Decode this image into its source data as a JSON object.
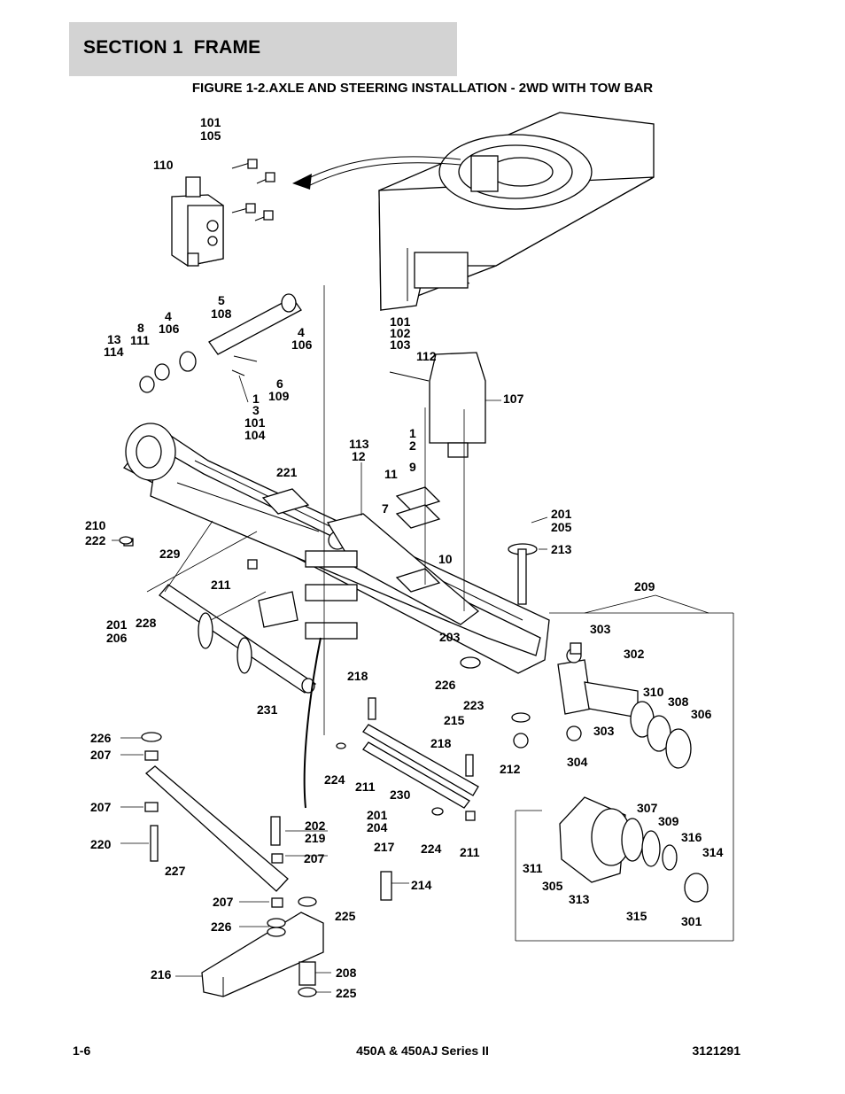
{
  "header": {
    "section": "SECTION 1",
    "title": "FRAME"
  },
  "figure": {
    "title": "FIGURE 1-2.AXLE AND STEERING INSTALLATION - 2WD WITH TOW BAR"
  },
  "callouts": [
    {
      "id": "c1",
      "lines": [
        "101",
        "105"
      ]
    },
    {
      "id": "c2",
      "lines": [
        "110"
      ]
    },
    {
      "id": "c3",
      "lines": [
        "5",
        "108"
      ]
    },
    {
      "id": "c4",
      "lines": [
        "4",
        "106"
      ]
    },
    {
      "id": "c5",
      "lines": [
        "8",
        "111"
      ]
    },
    {
      "id": "c6",
      "lines": [
        "13",
        "114"
      ]
    },
    {
      "id": "c7",
      "lines": [
        "4",
        "106"
      ]
    },
    {
      "id": "c8",
      "lines": [
        "6",
        "109"
      ]
    },
    {
      "id": "c9",
      "lines": [
        "1",
        "3",
        "101",
        "104"
      ]
    },
    {
      "id": "c10",
      "lines": [
        "101",
        "102",
        "103"
      ]
    },
    {
      "id": "c11",
      "lines": [
        "112"
      ]
    },
    {
      "id": "c12",
      "lines": [
        "107"
      ]
    },
    {
      "id": "c13",
      "lines": [
        "113",
        "12"
      ]
    },
    {
      "id": "c14",
      "lines": [
        "1",
        "2"
      ]
    },
    {
      "id": "c15",
      "lines": [
        "9"
      ]
    },
    {
      "id": "c16",
      "lines": [
        "11"
      ]
    },
    {
      "id": "c17",
      "lines": [
        "7"
      ]
    },
    {
      "id": "c18",
      "lines": [
        "221"
      ]
    },
    {
      "id": "c19",
      "lines": [
        "210"
      ]
    },
    {
      "id": "c20",
      "lines": [
        "222"
      ]
    },
    {
      "id": "c21",
      "lines": [
        "229"
      ]
    },
    {
      "id": "c22",
      "lines": [
        "211"
      ]
    },
    {
      "id": "c23",
      "lines": [
        "201",
        "205"
      ]
    },
    {
      "id": "c24",
      "lines": [
        "213"
      ]
    },
    {
      "id": "c25",
      "lines": [
        "10"
      ]
    },
    {
      "id": "c26",
      "lines": [
        "209"
      ]
    },
    {
      "id": "c27",
      "lines": [
        "201",
        "206"
      ]
    },
    {
      "id": "c28",
      "lines": [
        "228"
      ]
    },
    {
      "id": "c29",
      "lines": [
        "203"
      ]
    },
    {
      "id": "c30",
      "lines": [
        "303"
      ]
    },
    {
      "id": "c31",
      "lines": [
        "302"
      ]
    },
    {
      "id": "c32",
      "lines": [
        "226"
      ]
    },
    {
      "id": "c33",
      "lines": [
        "218"
      ]
    },
    {
      "id": "c34",
      "lines": [
        "231"
      ]
    },
    {
      "id": "c35",
      "lines": [
        "223"
      ]
    },
    {
      "id": "c36",
      "lines": [
        "215"
      ]
    },
    {
      "id": "c37",
      "lines": [
        "310"
      ]
    },
    {
      "id": "c38",
      "lines": [
        "308"
      ]
    },
    {
      "id": "c39",
      "lines": [
        "306"
      ]
    },
    {
      "id": "c40",
      "lines": [
        "303"
      ]
    },
    {
      "id": "c41",
      "lines": [
        "226"
      ]
    },
    {
      "id": "c42",
      "lines": [
        "207"
      ]
    },
    {
      "id": "c43",
      "lines": [
        "218"
      ]
    },
    {
      "id": "c44",
      "lines": [
        "212"
      ]
    },
    {
      "id": "c45",
      "lines": [
        "304"
      ]
    },
    {
      "id": "c46",
      "lines": [
        "224"
      ]
    },
    {
      "id": "c47",
      "lines": [
        "211"
      ]
    },
    {
      "id": "c48",
      "lines": [
        "230"
      ]
    },
    {
      "id": "c49",
      "lines": [
        "207"
      ]
    },
    {
      "id": "c50",
      "lines": [
        "202",
        "219"
      ]
    },
    {
      "id": "c51",
      "lines": [
        "201",
        "204"
      ]
    },
    {
      "id": "c52",
      "lines": [
        "307"
      ]
    },
    {
      "id": "c53",
      "lines": [
        "309"
      ]
    },
    {
      "id": "c54",
      "lines": [
        "316"
      ]
    },
    {
      "id": "c55",
      "lines": [
        "314"
      ]
    },
    {
      "id": "c56",
      "lines": [
        "220"
      ]
    },
    {
      "id": "c57",
      "lines": [
        "207"
      ]
    },
    {
      "id": "c58",
      "lines": [
        "217"
      ]
    },
    {
      "id": "c59",
      "lines": [
        "224"
      ]
    },
    {
      "id": "c60",
      "lines": [
        "211"
      ]
    },
    {
      "id": "c61",
      "lines": [
        "227"
      ]
    },
    {
      "id": "c62",
      "lines": [
        "214"
      ]
    },
    {
      "id": "c63",
      "lines": [
        "311"
      ]
    },
    {
      "id": "c64",
      "lines": [
        "305"
      ]
    },
    {
      "id": "c65",
      "lines": [
        "313"
      ]
    },
    {
      "id": "c66",
      "lines": [
        "207"
      ]
    },
    {
      "id": "c67",
      "lines": [
        "225"
      ]
    },
    {
      "id": "c68",
      "lines": [
        "226"
      ]
    },
    {
      "id": "c69",
      "lines": [
        "315"
      ]
    },
    {
      "id": "c70",
      "lines": [
        "301"
      ]
    },
    {
      "id": "c71",
      "lines": [
        "216"
      ]
    },
    {
      "id": "c72",
      "lines": [
        "208"
      ]
    },
    {
      "id": "c73",
      "lines": [
        "225"
      ]
    }
  ],
  "footer": {
    "page": "1-6",
    "model": "450A & 450AJ Series II",
    "doc_number": "3121291"
  }
}
